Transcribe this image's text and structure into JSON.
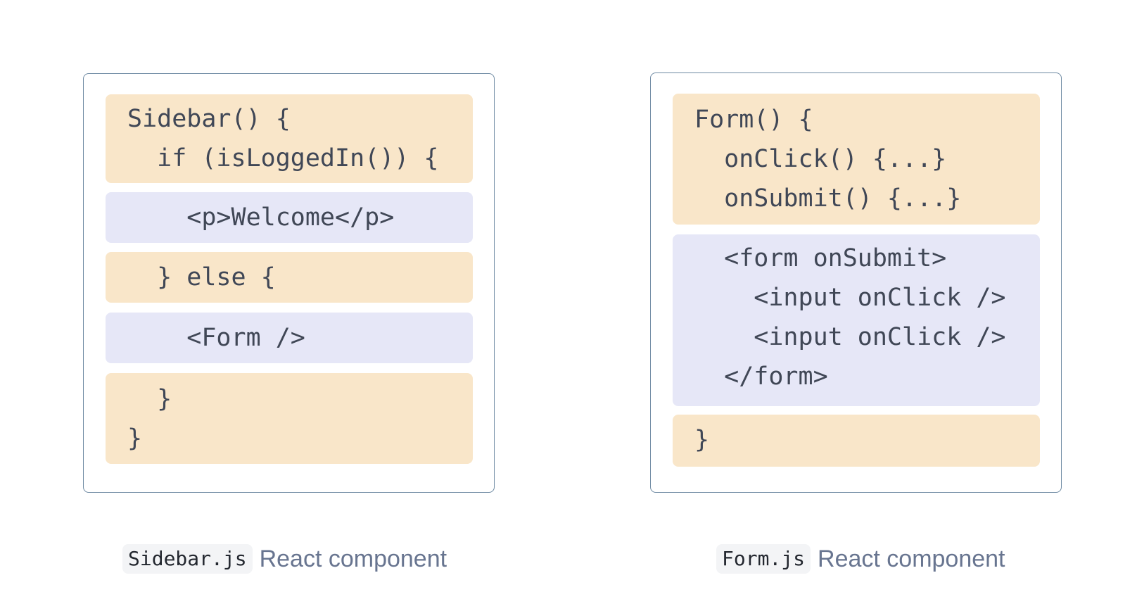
{
  "left_component": {
    "blocks": [
      {
        "kind": "logic",
        "lines": [
          "Sidebar() {",
          "  if (isLoggedIn()) {"
        ]
      },
      {
        "kind": "markup",
        "lines": [
          "    <p>Welcome</p>"
        ]
      },
      {
        "kind": "logic",
        "lines": [
          "  } else {"
        ]
      },
      {
        "kind": "markup",
        "lines": [
          "    <Form />"
        ]
      },
      {
        "kind": "logic",
        "lines": [
          "  }",
          "}"
        ]
      }
    ],
    "caption": {
      "file": "Sidebar.js",
      "description": "React component"
    }
  },
  "right_component": {
    "blocks": [
      {
        "kind": "logic",
        "lines": [
          "Form() {",
          "  onClick() {...}",
          "  onSubmit() {...}"
        ]
      },
      {
        "kind": "markup",
        "lines": [
          "  <form onSubmit>",
          "    <input onClick />",
          "    <input onClick />",
          "  </form>"
        ]
      },
      {
        "kind": "logic",
        "lines": [
          "}"
        ]
      }
    ],
    "caption": {
      "file": "Form.js",
      "description": "React component"
    }
  },
  "colors": {
    "logic_block": "#f9e6c9",
    "markup_block": "#e6e7f7",
    "panel_border": "#6e8aa3",
    "code_text": "#404756",
    "caption_text": "#687590"
  }
}
